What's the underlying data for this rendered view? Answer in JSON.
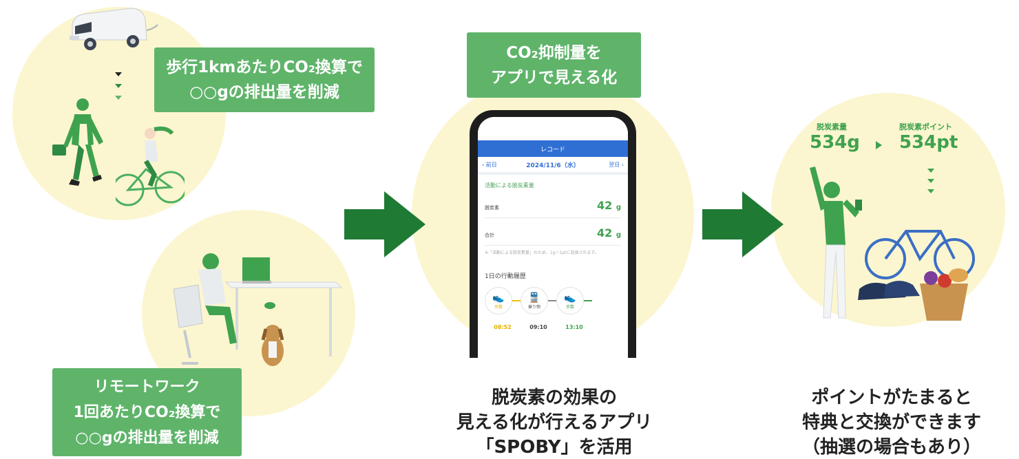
{
  "left_top": {
    "line1": "歩行1kmあたりCO₂換算で",
    "line2": "○○gの排出量を削減"
  },
  "left_bottom": {
    "line1": "リモートワーク",
    "line2": "1回あたりCO₂換算で",
    "line3": "○○gの排出量を削減"
  },
  "center_box": {
    "line1": "CO₂抑制量を",
    "line2": "アプリで見える化"
  },
  "phone": {
    "header": "レコード",
    "prev": "前日",
    "date": "2024/11/6（水）",
    "next": "翌日",
    "section_title": "活動による脱炭素量",
    "row1_label": "脱炭素",
    "row1_value": "42",
    "row1_unit": "g",
    "row2_label": "合計",
    "row2_value": "42",
    "row2_unit": "g",
    "note": "※「活動による脱炭素量」のため、1g＝1ptに変換されます。",
    "history_title": "1日の行動履歴",
    "activities": [
      "歩数",
      "乗り物",
      "歩数"
    ],
    "times": [
      "08:52",
      "09:10",
      "13:10"
    ]
  },
  "center_caption": {
    "line1": "脱炭素の効果の",
    "line2": "見える化が行えるアプリ",
    "line3": "「SPOBY」を活用"
  },
  "right": {
    "label1": "脱炭素量",
    "value1": "534g",
    "label2": "脱炭素ポイント",
    "value2": "534pt"
  },
  "right_caption": {
    "line1": "ポイントがたまると",
    "line2": "特典と交換ができます",
    "line3": "（抽選の場合もあり）"
  },
  "colors": {
    "green_box": "#5fb46a",
    "arrow": "#1f7a34",
    "blob": "#fbf6cf",
    "app_blue": "#2f6fd3",
    "value_green": "#3fa24f"
  }
}
